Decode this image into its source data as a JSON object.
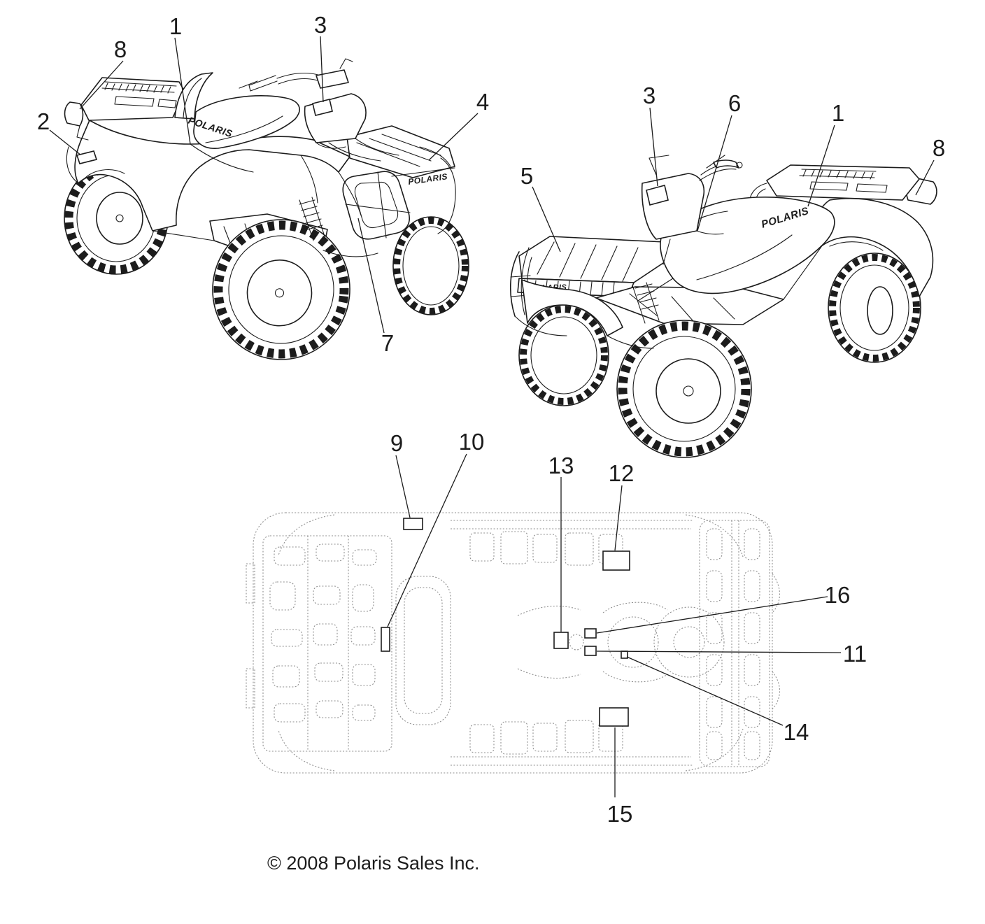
{
  "figure": {
    "copyright": "© 2008 Polaris Sales Inc.",
    "brand_decal": "POLARIS",
    "ink_color": "#1c1c1c",
    "faint_color": "#8f8f8f",
    "background_color": "#ffffff",
    "callouts": {
      "c1": "1",
      "c2": "2",
      "c3": "3",
      "c4": "4",
      "c5": "5",
      "c6": "6",
      "c7": "7",
      "c8": "8",
      "c9": "9",
      "c10": "10",
      "c11": "11",
      "c12": "12",
      "c13": "13",
      "c14": "14",
      "c15": "15",
      "c16": "16"
    }
  }
}
